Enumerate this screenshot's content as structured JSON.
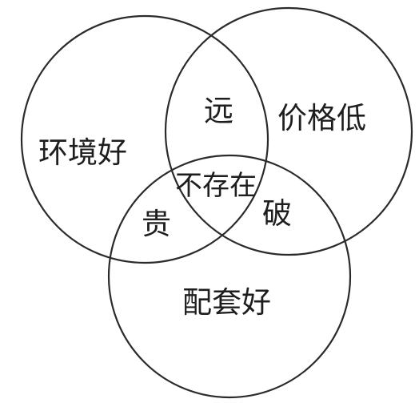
{
  "diagram": {
    "circles": [
      {
        "id": "environment",
        "label": "环境好"
      },
      {
        "id": "price",
        "label": "价格低"
      },
      {
        "id": "facilities",
        "label": "配套好"
      }
    ],
    "regions": {
      "environment_only": "环境好",
      "price_only": "价格低",
      "facilities_only": "配套好",
      "environment_and_price": "远",
      "environment_and_facilities": "贵",
      "price_and_facilities": "破",
      "all_three": "不存在"
    }
  }
}
